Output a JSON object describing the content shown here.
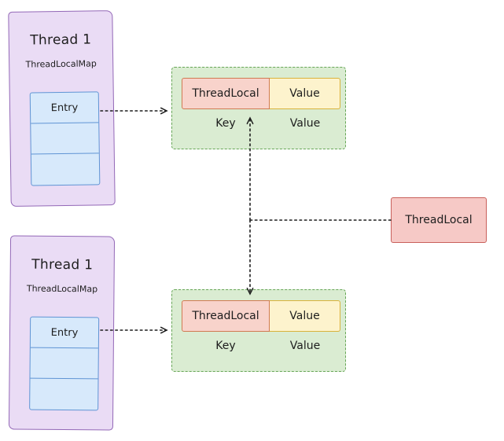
{
  "colors": {
    "purple-fill": "#eadcf5",
    "purple-stroke": "#9368b7",
    "blue-fill": "#d7e9fb",
    "blue-stroke": "#5f94d4",
    "green-fill": "#daecd2",
    "green-stroke": "#67a657",
    "pink-fill": "#f8d3cb",
    "pink-stroke": "#d07a52",
    "yellow-fill": "#fdf3cd",
    "yellow-stroke": "#d9b23c",
    "red-fill": "#f6c9c6",
    "red-stroke": "#c9605b",
    "arrow": "#1d1d1d",
    "text": "#1d1d1d"
  },
  "threads": [
    {
      "title": "Thread 1",
      "subtitle": "ThreadLocalMap",
      "entry_label": "Entry"
    },
    {
      "title": "Thread 1",
      "subtitle": "ThreadLocalMap",
      "entry_label": "Entry"
    }
  ],
  "map_entries": [
    {
      "key_cell": "ThreadLocal",
      "value_cell": "Value",
      "key_label": "Key",
      "value_label": "Value"
    },
    {
      "key_cell": "ThreadLocal",
      "value_cell": "Value",
      "key_label": "Key",
      "value_label": "Value"
    }
  ],
  "threadlocal_box": {
    "label": "ThreadLocal"
  }
}
